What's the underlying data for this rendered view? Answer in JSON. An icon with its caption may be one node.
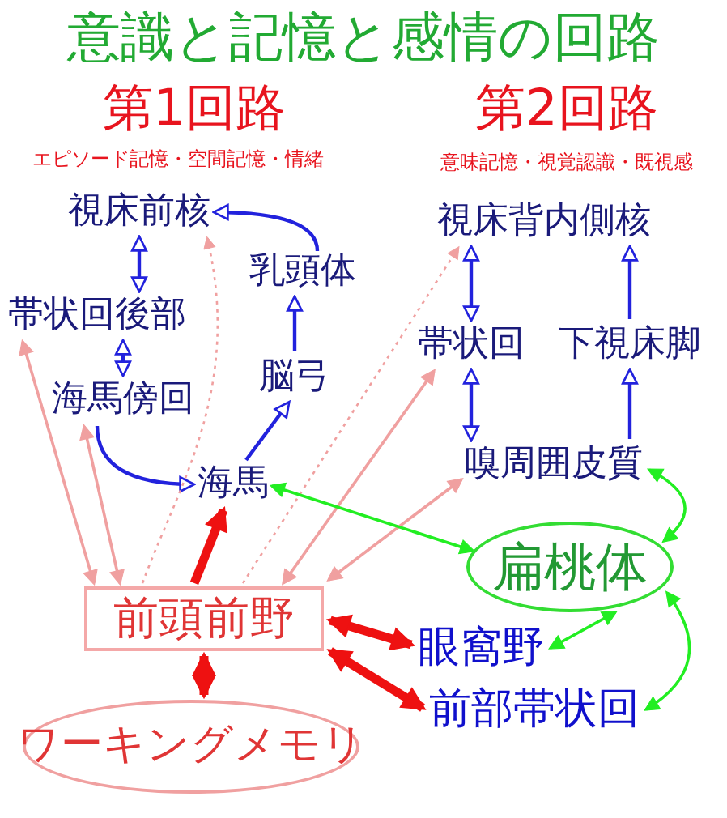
{
  "diagram": {
    "title": "意識と記憶と感情の回路",
    "nodes": [
      {
        "text": [
          "視床前核"
        ]
      },
      {
        "text": [
          "乳頭体"
        ]
      },
      {
        "text": [
          "帯状回後部"
        ]
      },
      {
        "text": [
          "脳弓"
        ]
      },
      {
        "text": [
          "海馬傍回"
        ]
      },
      {
        "text": [
          "海馬"
        ]
      },
      {
        "text": [
          "視床背内側核"
        ]
      },
      {
        "text": [
          "帯状回"
        ]
      },
      {
        "text": [
          "下視床脚"
        ]
      },
      {
        "text": [
          "嗅周囲皮質"
        ]
      },
      {
        "text": [
          "扁桃体"
        ]
      },
      {
        "text": [
          "前頭前野"
        ]
      },
      {
        "text": [
          "眼窩野"
        ]
      },
      {
        "text": [
          "前部帯状回"
        ]
      },
      {
        "text": [
          "ワーキングメモリ"
        ]
      }
    ],
    "edges": [
      {
        "from": 1,
        "to": 0,
        "arrow": "to"
      },
      {
        "from": 0,
        "to": 2,
        "arrow": "both"
      },
      {
        "from": 2,
        "to": 4,
        "arrow": "both"
      },
      {
        "from": 4,
        "to": 5,
        "arrow": "to"
      },
      {
        "from": 5,
        "to": 3,
        "arrow": "to"
      },
      {
        "from": 3,
        "to": 1,
        "arrow": "to"
      },
      {
        "from": 6,
        "to": 7,
        "arrow": "both"
      },
      {
        "from": 8,
        "to": 6,
        "arrow": "to"
      },
      {
        "from": 7,
        "to": 9,
        "arrow": "both"
      },
      {
        "from": 9,
        "to": 8,
        "arrow": "to"
      },
      {
        "from": 11,
        "to": 0,
        "arrow": "to",
        "style": "dashed",
        "color": "#f0a0a0"
      },
      {
        "from": 11,
        "to": 6,
        "arrow": "to",
        "style": "dashed",
        "color": "#f0a0a0"
      },
      {
        "from": 11,
        "to": 2,
        "arrow": "both",
        "color": "#f0a0a0"
      },
      {
        "from": 11,
        "to": 4,
        "arrow": "both",
        "color": "#f0a0a0"
      },
      {
        "from": 11,
        "to": 7,
        "arrow": "both",
        "color": "#f0a0a0"
      },
      {
        "from": 11,
        "to": 9,
        "arrow": "both",
        "color": "#f0a0a0"
      },
      {
        "from": 11,
        "to": 5,
        "arrow": "to",
        "style": "thick",
        "color": "#ee1111"
      },
      {
        "from": 5,
        "to": 10,
        "arrow": "both",
        "color": "#22ee22"
      },
      {
        "from": 9,
        "to": 10,
        "arrow": "both",
        "color": "#22ee22"
      },
      {
        "from": 10,
        "to": 12,
        "arrow": "both",
        "color": "#22ee22"
      },
      {
        "from": 10,
        "to": 13,
        "arrow": "both",
        "color": "#22ee22"
      },
      {
        "from": 11,
        "to": 12,
        "arrow": "both",
        "style": "thick",
        "color": "#ee1111"
      },
      {
        "from": 11,
        "to": 13,
        "arrow": "both",
        "style": "thick",
        "color": "#ee1111"
      },
      {
        "from": 11,
        "to": 14,
        "arrow": "both",
        "style": "thick",
        "color": "#ee1111"
      }
    ],
    "labels": [
      "第1回路",
      "エピソード記憶・空間記憶・情緒",
      "第2回路",
      "意味記憶・視覚認識・既視感"
    ]
  }
}
